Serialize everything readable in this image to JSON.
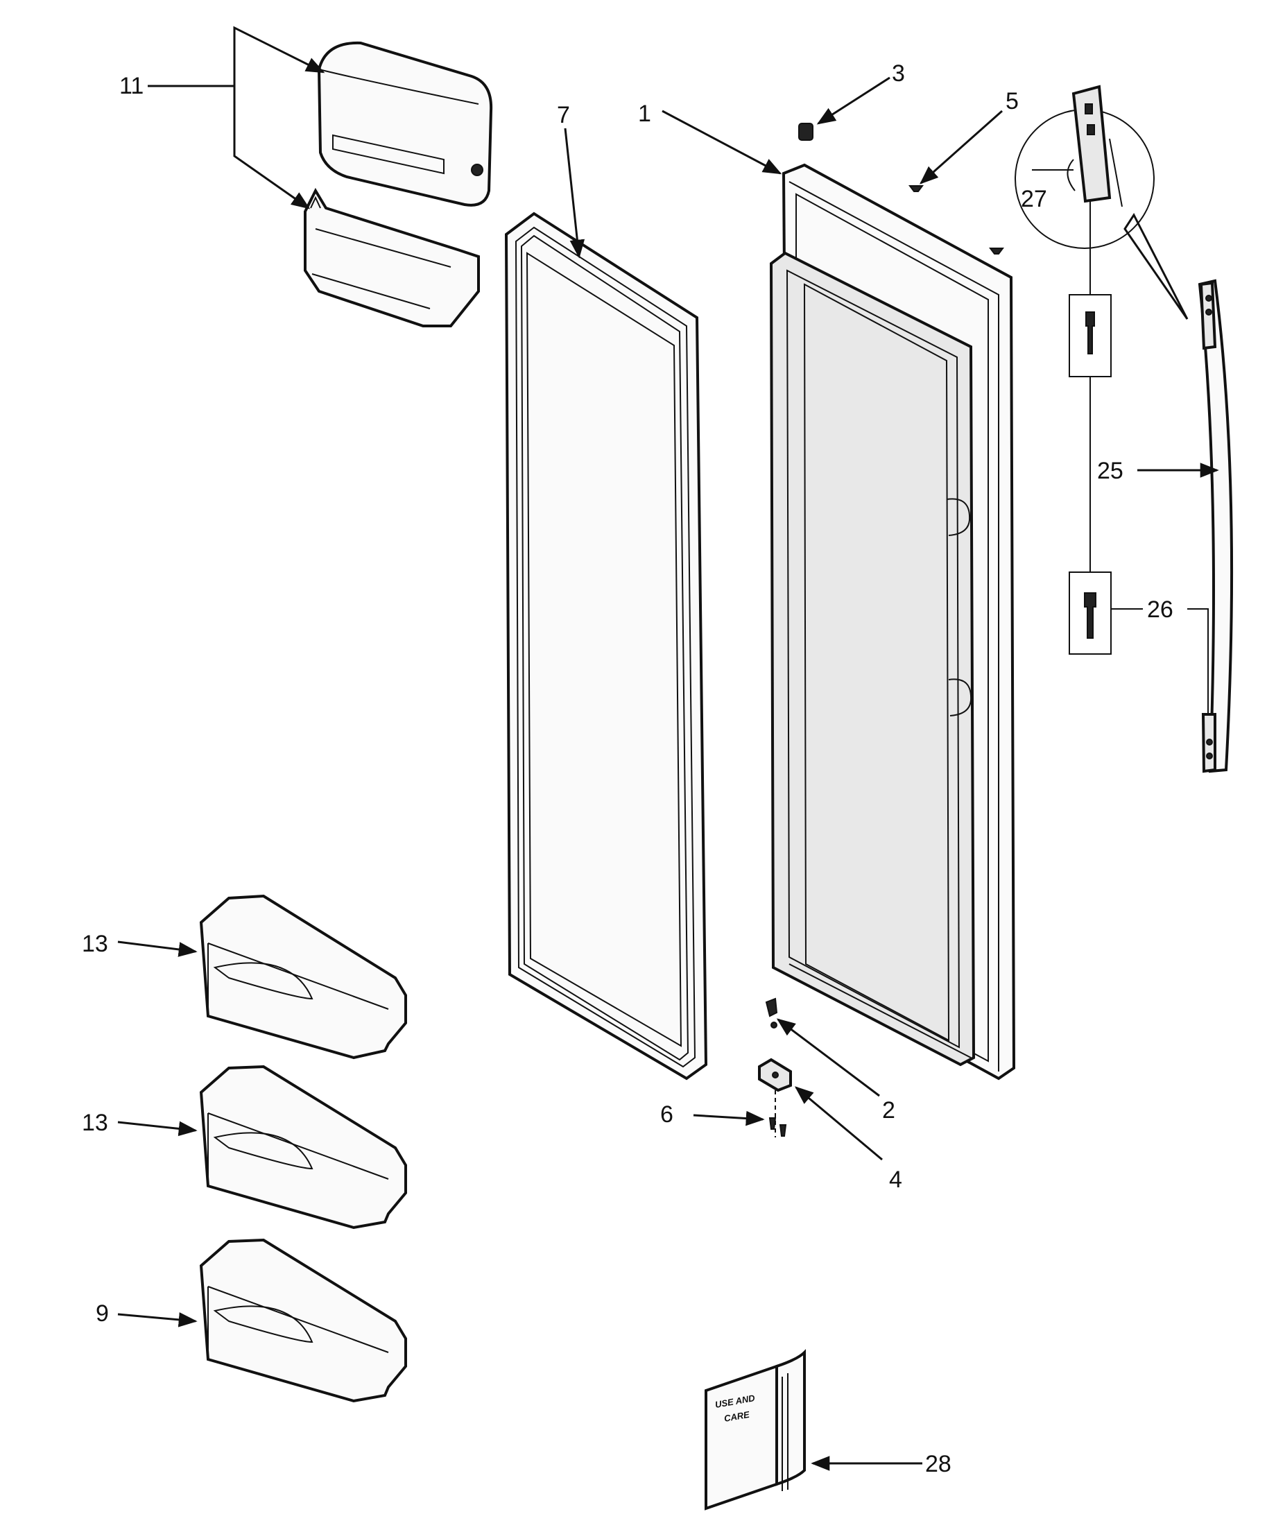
{
  "diagram": {
    "callouts": {
      "c1": "1",
      "c2": "2",
      "c3": "3",
      "c4": "4",
      "c5": "5",
      "c6": "6",
      "c7": "7",
      "c9": "9",
      "c11": "11",
      "c13a": "13",
      "c13b": "13",
      "c25": "25",
      "c26": "26",
      "c27": "27",
      "c28": "28"
    },
    "manual": {
      "line1": "USE AND",
      "line2": "CARE"
    }
  }
}
